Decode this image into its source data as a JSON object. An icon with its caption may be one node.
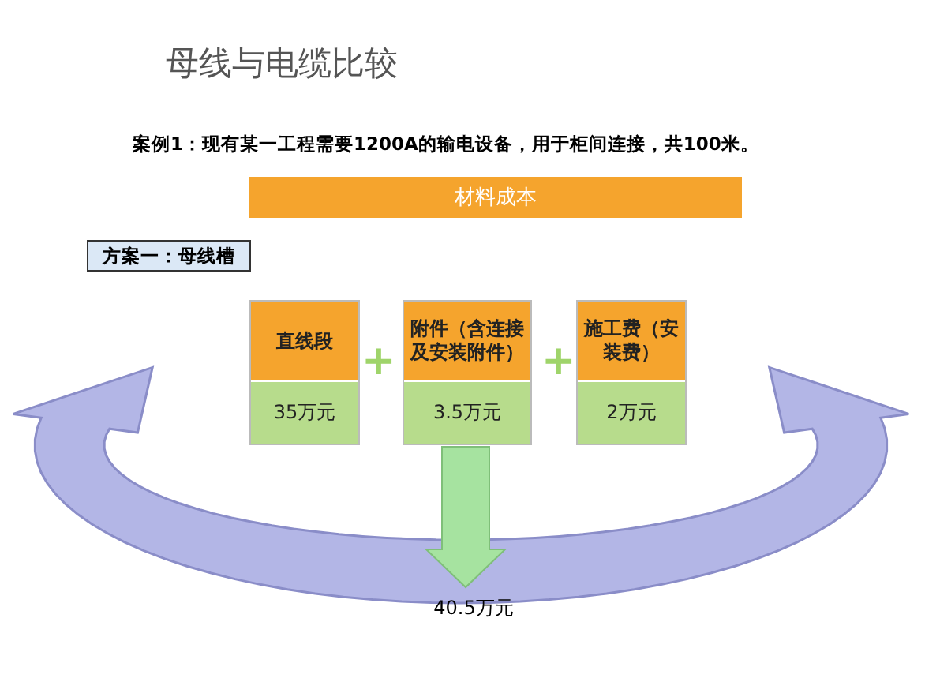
{
  "diagram": {
    "title": "母线与电缆比较",
    "nodes": [
      {
        "text": [
          "材料成本"
        ]
      },
      {
        "text": [
          "方案一：母线槽"
        ]
      },
      {
        "text": [
          "直线段",
          "35万元"
        ]
      },
      {
        "text": [
          "附件（含连接及安装附件）",
          "3.5万元"
        ]
      },
      {
        "text": [
          "施工费（安装费）",
          "2万元"
        ]
      },
      {
        "text": [
          "40.5万元"
        ]
      }
    ],
    "edges": [
      {
        "from": 3,
        "to": 5,
        "arrow": "to"
      }
    ],
    "labels": [
      "案例1：现有某一工程需要1200A的输电设备，用于柜间连接，共100米。",
      "+",
      "+"
    ]
  }
}
